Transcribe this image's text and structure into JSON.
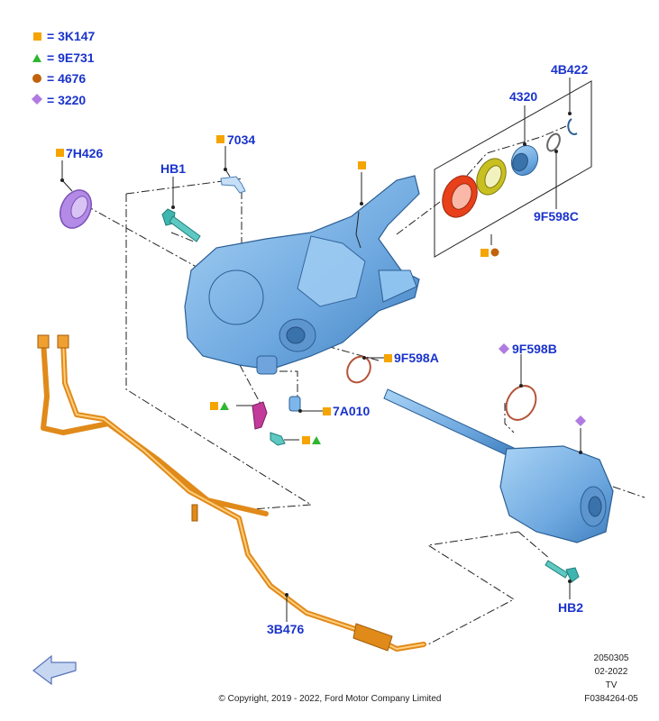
{
  "legend": [
    {
      "symbol": "square",
      "color": "#f5a400",
      "text": "= 3K147"
    },
    {
      "symbol": "triangle",
      "color": "#2fb52f",
      "text": "= 9E731"
    },
    {
      "symbol": "circle",
      "color": "#c0620c",
      "text": "= 4676"
    },
    {
      "symbol": "diamond",
      "color": "#b07be0",
      "text": "= 3220"
    }
  ],
  "labels": {
    "p7H426": "7H426",
    "p7034": "7034",
    "hb1": "HB1",
    "p4B422": "4B422",
    "p4320": "4320",
    "p9F598C": "9F598C",
    "p9F598A": "9F598A",
    "p9F598B": "9F598B",
    "p7A010": "7A010",
    "hb2": "HB2",
    "p3B476": "3B476"
  },
  "footer": {
    "code": "2050305",
    "date": "02-2022",
    "tv": "TV",
    "ref": "F0384264-05",
    "copyright": "© Copyright, 2019 - 2022, Ford Motor Company Limited"
  },
  "colors": {
    "part_blue": "#7db6ea",
    "label_blue": "#1a33cc",
    "seal_purple": "#b38ae6",
    "hose_orange": "#f0a030",
    "bolt_teal": "#3fb5b0"
  }
}
